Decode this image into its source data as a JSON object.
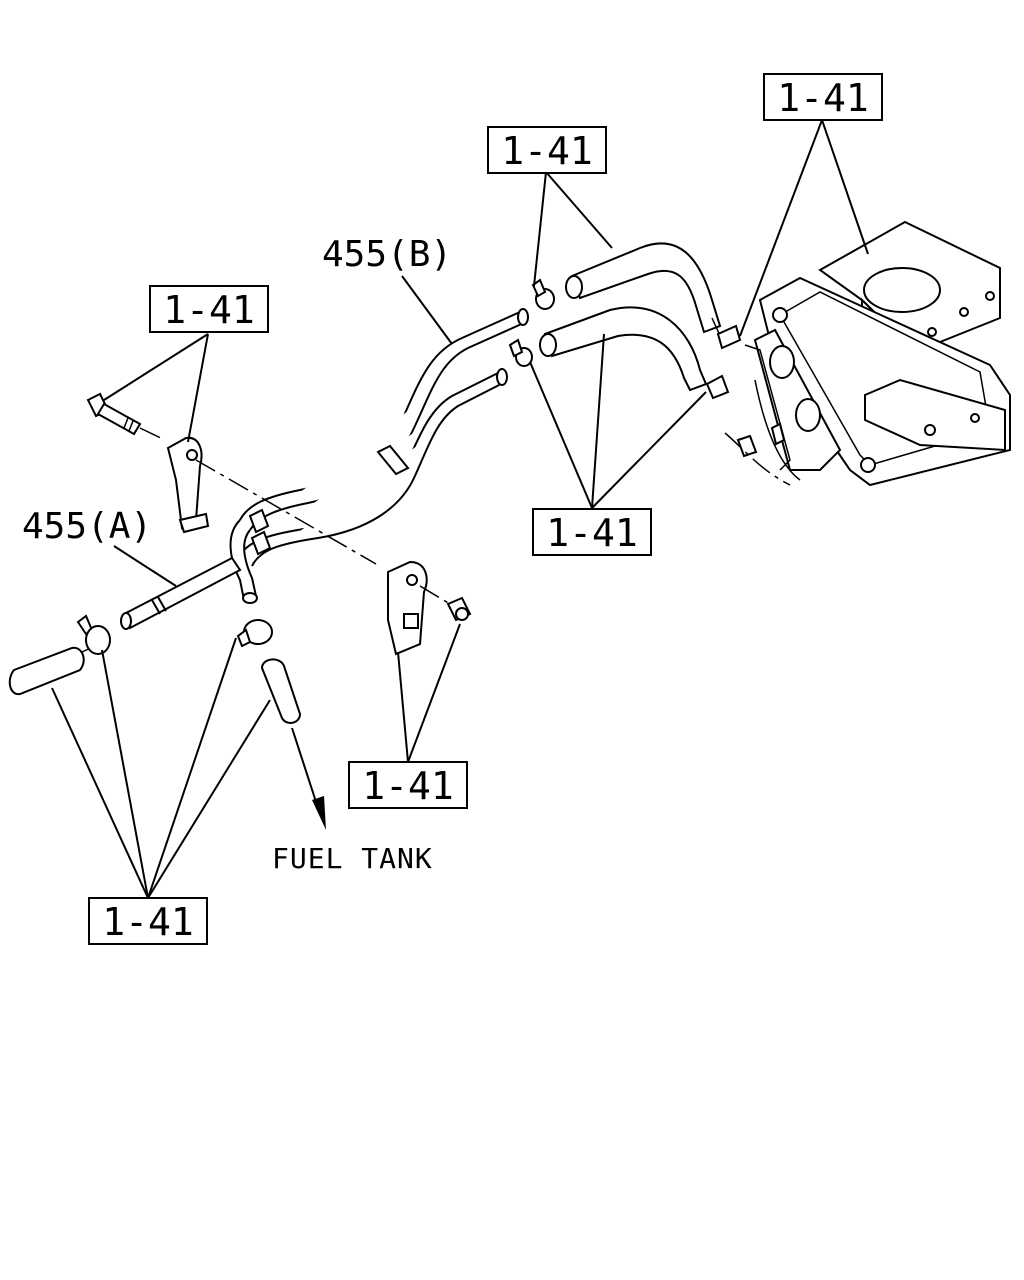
{
  "diagram": {
    "ref_boxes": [
      {
        "id": "ref-top-right",
        "label": "1-41"
      },
      {
        "id": "ref-top-center",
        "label": "1-41"
      },
      {
        "id": "ref-left-bolt",
        "label": "1-41"
      },
      {
        "id": "ref-mid-right",
        "label": "1-41"
      },
      {
        "id": "ref-clamp",
        "label": "1-41"
      },
      {
        "id": "ref-bottom-left",
        "label": "1-41"
      }
    ],
    "callouts": {
      "pipe_b": "455(B)",
      "pipe_a": "455(A)"
    },
    "note": "FUEL TANK"
  }
}
